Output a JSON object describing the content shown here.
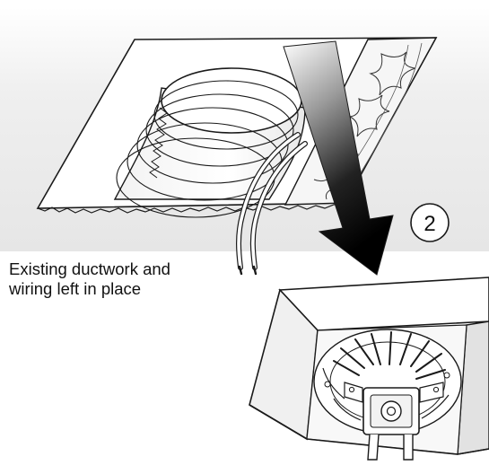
{
  "caption": {
    "line1": "Existing ductwork and",
    "line2": "wiring left in place"
  },
  "step": {
    "number": "2"
  },
  "icons": {
    "arrow": "down-arrow-icon",
    "fan": "fan-motor-icon"
  },
  "colors": {
    "ceiling_band": "#eeeeee",
    "line": "#1a1a1a",
    "box_side": "#dcdcdc"
  }
}
